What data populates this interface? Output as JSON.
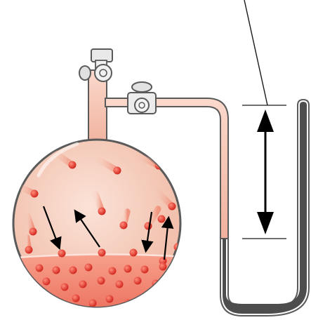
{
  "figure": {
    "subject": "vapor-pressure-apparatus",
    "components": [
      "flask",
      "stopcock-top",
      "stopcock-side",
      "connecting-tube",
      "u-tube-manometer",
      "mercury-column",
      "height-difference-arrow",
      "pointer-line"
    ],
    "colors": {
      "gas_fill": "#f3c6b4",
      "liquid_fill": "#f08a78",
      "molecule": "#e2433a",
      "molecule_trail": "#f4a48e",
      "glass_outline": "#5a5a5a",
      "mercury": "#4d4d4d",
      "arrow": "#000000"
    }
  }
}
